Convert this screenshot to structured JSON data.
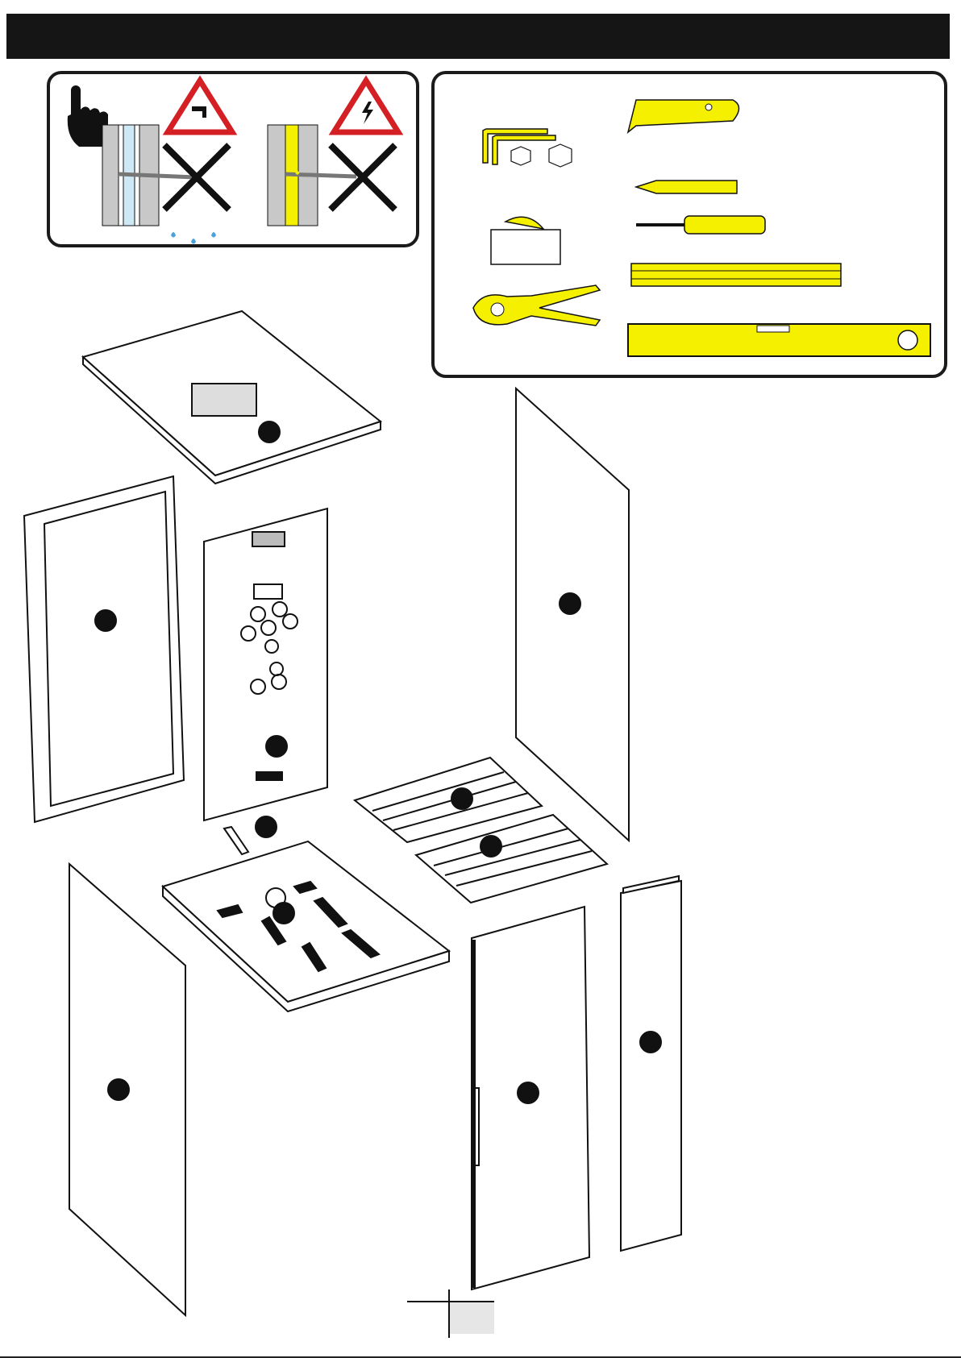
{
  "header": {
    "title": ""
  },
  "warning_panel": {
    "icons": [
      "pointing-hand-icon",
      "water-pipe-warning-icon",
      "electric-cable-warning-icon"
    ]
  },
  "tools_panel": {
    "tools": [
      "hex-key-icon",
      "utility-knife-icon",
      "pencil-icon",
      "screwdriver-icon",
      "sealant-scraper-icon",
      "folding-ruler-icon",
      "pipe-cutter-icon",
      "spirit-level-icon"
    ]
  },
  "parts": [
    {
      "id": "ceiling-tray",
      "kind": "roof panel"
    },
    {
      "id": "left-frame",
      "kind": "frame"
    },
    {
      "id": "control-panel",
      "kind": "back wall with jets"
    },
    {
      "id": "right-glass-panel",
      "kind": "side panel"
    },
    {
      "id": "grille-1",
      "kind": "slatted floor panel"
    },
    {
      "id": "grille-2",
      "kind": "slatted floor panel"
    },
    {
      "id": "trim-piece",
      "kind": "small part"
    },
    {
      "id": "base-tray",
      "kind": "shower tray"
    },
    {
      "id": "left-glass-panel",
      "kind": "side panel"
    },
    {
      "id": "door",
      "kind": "door"
    },
    {
      "id": "side-strip",
      "kind": "narrow panel"
    }
  ],
  "colors": {
    "header": "#151515",
    "tool_yellow": "#f4f000",
    "warning_red": "#d42025",
    "water_blue": "#cfe8f5",
    "page_tab": "#e6e6e6"
  }
}
